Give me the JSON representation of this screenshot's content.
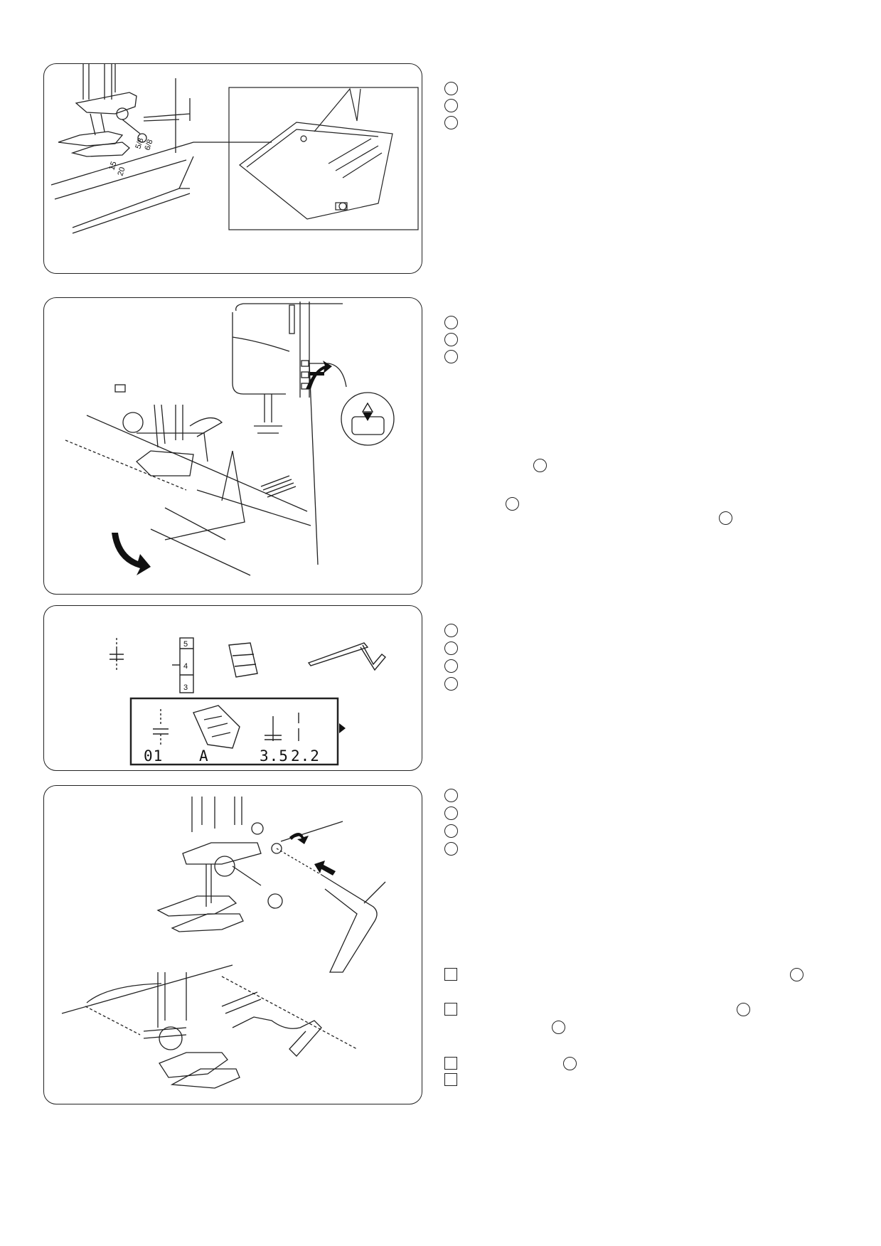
{
  "panel1": {
    "seam_guide_labels": [
      "5/8",
      "6/8",
      "15",
      "20"
    ]
  },
  "panel3": {
    "dial_numbers": [
      "5",
      "4",
      "3"
    ],
    "lcd": {
      "pattern_no": "01",
      "foot": "A",
      "width": "3.5",
      "length": "2.2"
    }
  },
  "icons": {
    "needle_updown": "needle-up-down-icon",
    "arrow": "curved-arrow-icon",
    "lcd_next": "triangle-right-icon"
  }
}
